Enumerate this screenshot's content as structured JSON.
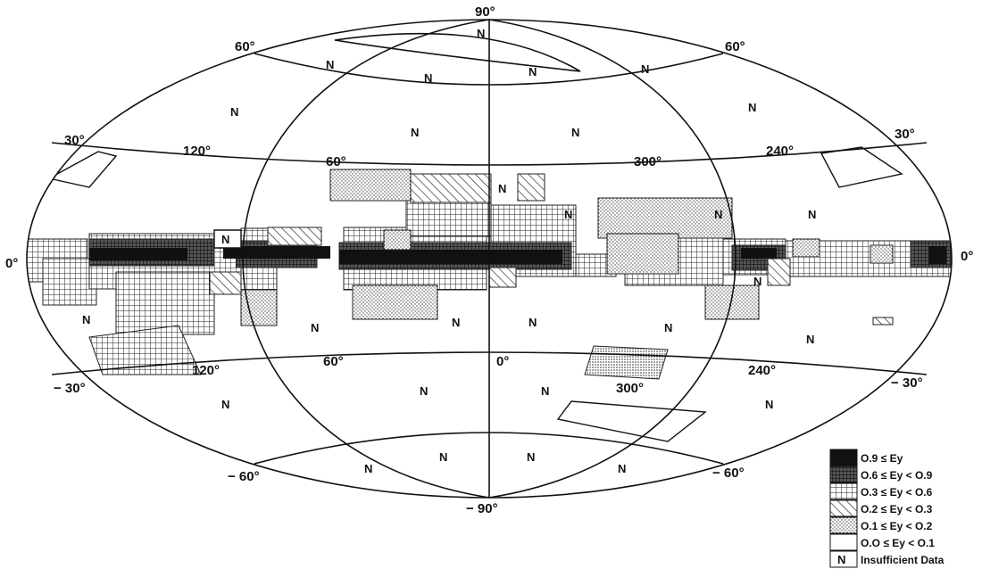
{
  "map": {
    "latitude_labels": {
      "north_pole": "90°",
      "south_pole": "− 90°",
      "lat60_left": "60°",
      "lat60_right": "60°",
      "lat30_left": "30°",
      "lat30_right": "30°",
      "lat0_left": "0°",
      "lat0_right": "0°",
      "latm30_left": "− 30°",
      "latm30_right": "− 30°",
      "latm60_left": "− 60°",
      "latm60_right": "− 60°"
    },
    "longitude_labels": {
      "north": [
        "120°",
        "60°",
        "300°",
        "240°"
      ],
      "south": [
        "120°",
        "60°",
        "0°",
        "300°",
        "240°"
      ]
    },
    "insufficient_marker": "N",
    "colors": {
      "ink": "#111111",
      "background": "#ffffff"
    }
  },
  "legend": {
    "items": [
      {
        "key": "black",
        "label": "O.9  ≤ Ey"
      },
      {
        "key": "dense",
        "label": "O.6  ≤ Ey < O.9"
      },
      {
        "key": "grid",
        "label": "O.3  ≤ Ey < O.6"
      },
      {
        "key": "hatch",
        "label": "O.2  ≤ Ey < O.3"
      },
      {
        "key": "dots",
        "label": "O.1  ≤ Ey < O.2"
      },
      {
        "key": "blank",
        "label": "O.O  ≤ Ey < O.1"
      },
      {
        "key": "n",
        "label": "Insufficient Data",
        "symbol": "N"
      }
    ]
  }
}
